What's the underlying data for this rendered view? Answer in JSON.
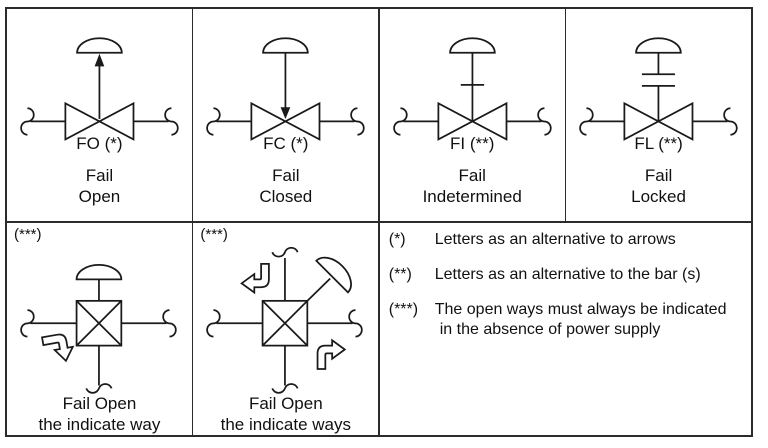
{
  "top_cells": [
    {
      "code": "FO (*)",
      "caption_line1": "Fail",
      "caption_line2": "Open",
      "symbol": "valve-with-upward-arrow-to-diaphragm-actuator"
    },
    {
      "code": "FC (*)",
      "caption_line1": "Fail",
      "caption_line2": "Closed",
      "symbol": "valve-with-downward-arrow-from-diaphragm-actuator"
    },
    {
      "code": "FI (**)",
      "caption_line1": "Fail",
      "caption_line2": "Indetermined",
      "symbol": "valve-with-single-bar-on-stem"
    },
    {
      "code": "FL (**)",
      "caption_line1": "Fail",
      "caption_line2": "Locked",
      "symbol": "valve-with-double-bar-on-stem"
    }
  ],
  "bottom_cells": [
    {
      "marker": "(***)",
      "caption_line1": "Fail Open",
      "caption_line2": "the indicate way",
      "symbol": "four-way-valve-top-actuator-one-open-way-arrow"
    },
    {
      "marker": "(***)",
      "caption_line1": "Fail Open",
      "caption_line2": "the indicate ways",
      "symbol": "four-way-valve-diagonal-actuator-two-open-way-arrows"
    }
  ],
  "notes": [
    {
      "marker": "(*)",
      "text": "Letters as an alternative to arrows"
    },
    {
      "marker": "(**)",
      "text": "Letters as an alternative to the bar (s)"
    },
    {
      "marker": "(***)",
      "text": "The open ways must always be indicated",
      "text2": "in the absence of power supply"
    }
  ],
  "colors": {
    "line": "#1a1a1a",
    "border": "#2b2b2b",
    "background": "#ffffff"
  }
}
